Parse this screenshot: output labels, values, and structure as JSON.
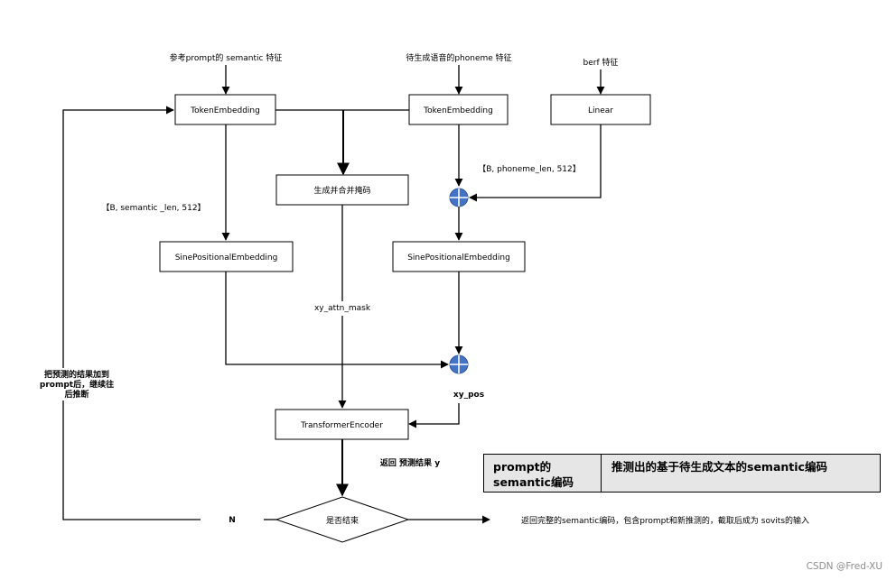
{
  "inputs": {
    "semantic": "参考prompt的 semantic 特征",
    "phoneme": "待生成语音的phoneme 特征",
    "bert": "berf 特征"
  },
  "nodes": {
    "token_embedding_left": "TokenEmbedding",
    "token_embedding_right": "TokenEmbedding",
    "linear": "Linear",
    "mask": "生成并合并掩码",
    "sine_left": "SinePositionalEmbedding",
    "sine_right": "SinePositionalEmbedding",
    "transformer": "TransformerEncoder",
    "decision": "是否结束"
  },
  "labels": {
    "semantic_shape": "【B, semantic _len, 512】",
    "phoneme_shape": "【B, phoneme_len, 512】",
    "xy_attn_mask": "xy_attn_mask",
    "xy_pos": "xy_pos",
    "return_y": "返回 预测结果 y",
    "no": "N",
    "feedback_line1": "把预测的结果加到",
    "feedback_line2": "prompt后，继续往",
    "feedback_line3": "后推断",
    "final_output": "返回完整的semantic编码，包含prompt和新推测的，截取后成为 sovits的输入"
  },
  "legend": {
    "prompt_line1": "prompt的",
    "prompt_line2": "semantic编码",
    "predicted": "推测出的基于待生成文本的semantic编码"
  },
  "watermark": "CSDN @Fred-XU",
  "colors": {
    "adder_fill": "#4472c4",
    "legend_bg": "#e6e6e6"
  }
}
